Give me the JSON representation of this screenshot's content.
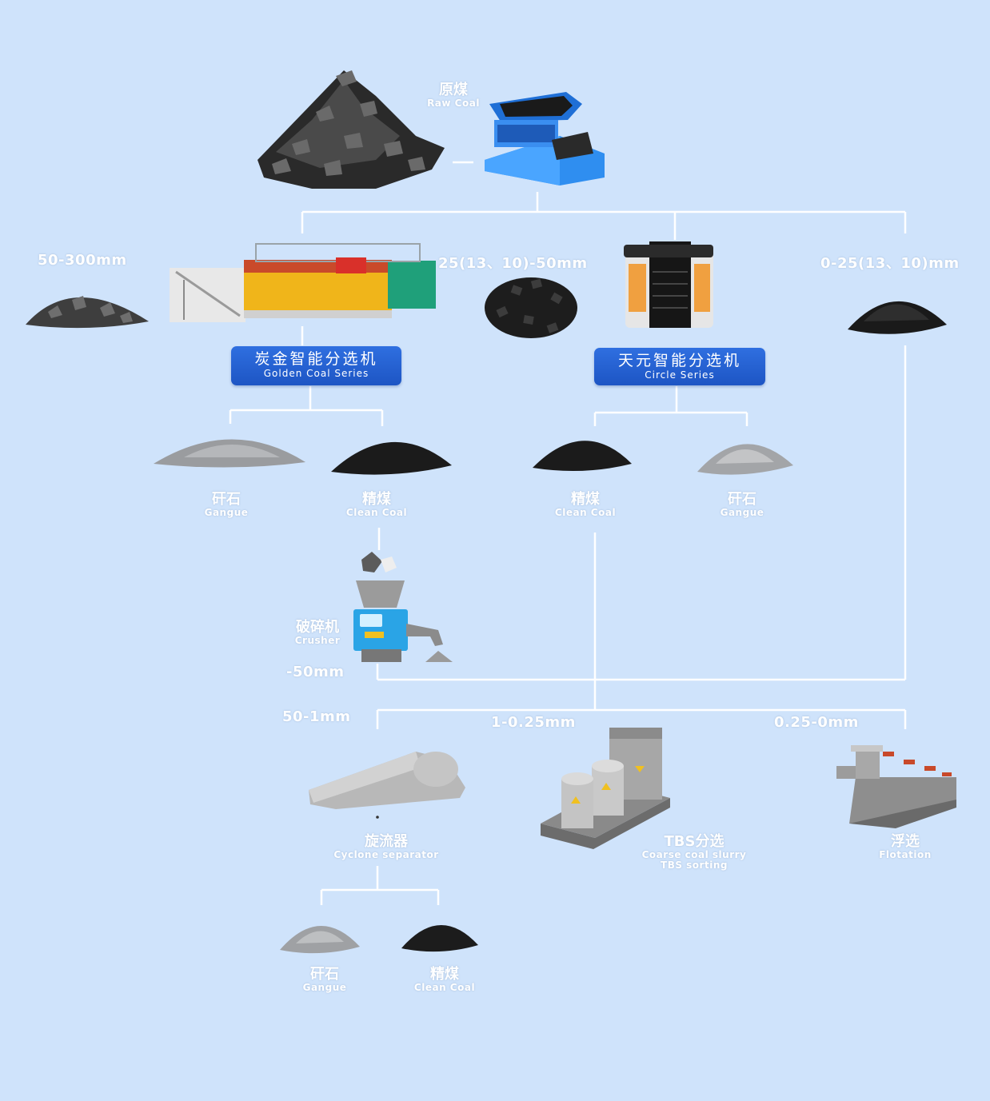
{
  "colors": {
    "background": "#cfe3fb",
    "connector": "#ffffff",
    "series_button": "#2563d6",
    "coal": "#1b1b1b",
    "gangue": "#8d9094"
  },
  "raw_coal": {
    "cn": "原煤",
    "en": "Raw Coal"
  },
  "sizes": {
    "coarse": "50-300mm",
    "medium": "25(13、10)-50mm",
    "fine": "0-25(13、10)mm",
    "crushed": "-50mm",
    "s50_1": "50-1mm",
    "s1_025": "1-0.25mm",
    "s025_0": "0.25-0mm"
  },
  "golden_series": {
    "cn": "炭金智能分选机",
    "en": "Golden Coal Series"
  },
  "circle_series": {
    "cn": "天元智能分选机",
    "en": "Circle Series"
  },
  "products": {
    "gangue_1": {
      "cn": "矸石",
      "en": "Gangue"
    },
    "clean_1": {
      "cn": "精煤",
      "en": "Clean Coal"
    },
    "clean_2": {
      "cn": "精煤",
      "en": "Clean Coal"
    },
    "gangue_2": {
      "cn": "矸石",
      "en": "Gangue"
    },
    "gangue_3": {
      "cn": "矸石",
      "en": "Gangue"
    },
    "clean_3": {
      "cn": "精煤",
      "en": "Clean Coal"
    }
  },
  "crusher": {
    "cn": "破碎机",
    "en": "Crusher"
  },
  "cyclone": {
    "cn": "旋流器",
    "en": "Cyclone separator"
  },
  "tbs": {
    "cn": "TBS分选",
    "en1": "Coarse coal slurry",
    "en2": "TBS sorting"
  },
  "flotation": {
    "cn": "浮选",
    "en": "Flotation"
  }
}
